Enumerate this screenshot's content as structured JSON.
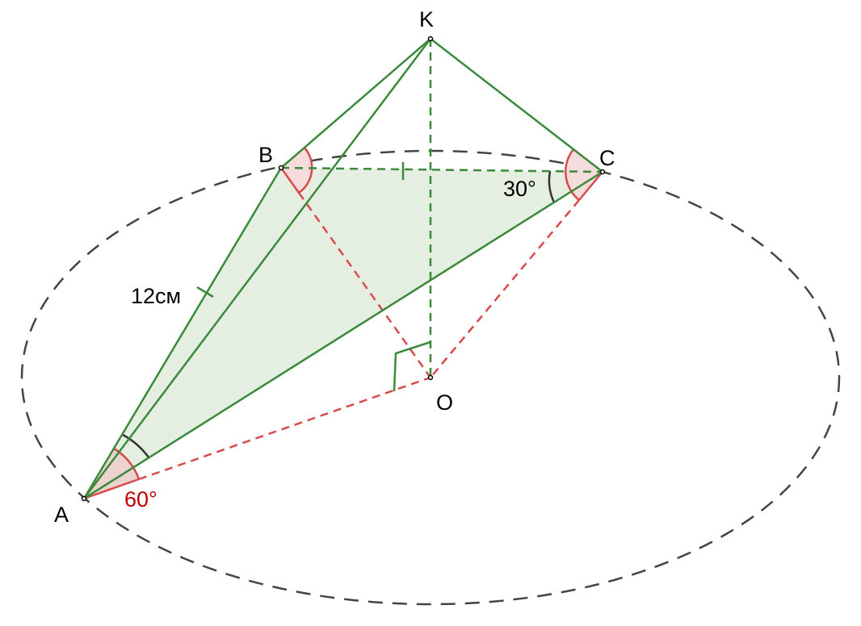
{
  "points": {
    "K": "K",
    "B": "B",
    "C": "C",
    "A": "A",
    "O": "O"
  },
  "labels": {
    "side_ab": "12см",
    "angle_c": "30°",
    "angle_a": "60°"
  },
  "colors": {
    "edge": "#3a8a3a",
    "fill": "#e4efe1",
    "radius": "#d94a4a",
    "circle": "#444444",
    "angle_red": "#c00000"
  }
}
